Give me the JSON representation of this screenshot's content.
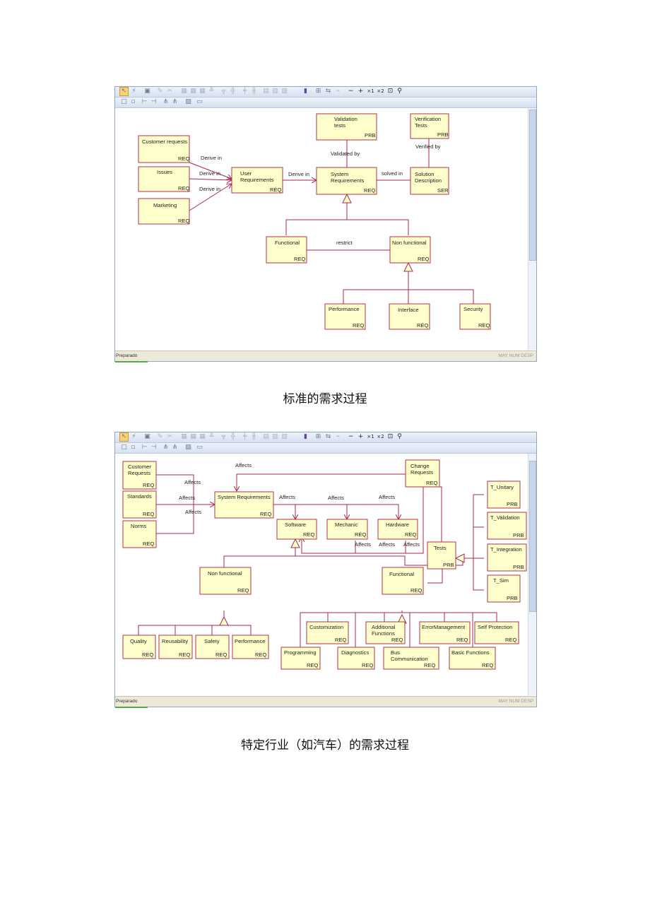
{
  "diagram1": {
    "status_left": "Preparado",
    "status_right": "MAY NUM DESP",
    "nodes": {
      "customer_requests": {
        "l1": "Customer requests",
        "l2": "",
        "type": "REQ"
      },
      "issues": {
        "l1": "Issues",
        "l2": "",
        "type": "REQ"
      },
      "marketing": {
        "l1": "Marketing",
        "l2": "",
        "type": "REQ"
      },
      "user_requirements": {
        "l1": "User",
        "l2": "Requirements",
        "type": "REQ"
      },
      "system_requirements": {
        "l1": "System",
        "l2": "Requirements",
        "type": "REQ"
      },
      "validation_tests": {
        "l1": "Validation",
        "l2": "tests",
        "type": "PRB"
      },
      "verification_tests": {
        "l1": "Verification",
        "l2": "Tests",
        "type": "PRB"
      },
      "solution_description": {
        "l1": "Solution",
        "l2": "Description",
        "type": "SER"
      },
      "functional": {
        "l1": "Functional",
        "l2": "",
        "type": "REQ"
      },
      "non_functional": {
        "l1": "Non functional",
        "l2": "",
        "type": "REQ"
      },
      "performance": {
        "l1": "Performance",
        "l2": "",
        "type": "REQ"
      },
      "interface": {
        "l1": "Interface",
        "l2": "",
        "type": "REQ"
      },
      "security": {
        "l1": "Security",
        "l2": "",
        "type": "REQ"
      }
    },
    "labels": {
      "derive1": "Derive in",
      "derive2": "Derive in",
      "derive3": "Derive in",
      "derive4": "Derive in",
      "validated_by": "Validated by",
      "verified_by": "Verified by",
      "solved_in": "solved in",
      "restrict": "restrict"
    }
  },
  "caption1": "标准的需求过程",
  "diagram2": {
    "status_left": "Preparado",
    "status_right": "MAY NUM DESP",
    "nodes": {
      "customer_requests": {
        "l1": "Customer",
        "l2": "Requests",
        "type": "REQ"
      },
      "standards": {
        "l1": "Standards",
        "l2": "",
        "type": "REQ"
      },
      "norms": {
        "l1": "Norms",
        "l2": "",
        "type": "REQ"
      },
      "system_requirements": {
        "l1": "System Requirements",
        "l2": "",
        "type": "REQ"
      },
      "change_requests": {
        "l1": "Change",
        "l2": "Requests",
        "type": "REQ"
      },
      "software": {
        "l1": "Software",
        "l2": "",
        "type": "REQ"
      },
      "mechanic": {
        "l1": "Mechanic",
        "l2": "",
        "type": "REQ"
      },
      "hardware": {
        "l1": "Hardware",
        "l2": "",
        "type": "REQ"
      },
      "tests": {
        "l1": "Tests",
        "l2": "",
        "type": "PRB"
      },
      "t_unitary": {
        "l1": "T_Unitary",
        "l2": "",
        "type": "PRB"
      },
      "t_validation": {
        "l1": "T_Validation",
        "l2": "",
        "type": "PRB"
      },
      "t_integration": {
        "l1": "T_Integration",
        "l2": "",
        "type": "PRB"
      },
      "t_sim": {
        "l1": "T_Sim",
        "l2": "",
        "type": "PRB"
      },
      "non_functional": {
        "l1": "Non functional",
        "l2": "",
        "type": "REQ"
      },
      "functional": {
        "l1": "Functional",
        "l2": "",
        "type": "REQ"
      },
      "quality": {
        "l1": "Quality",
        "l2": "",
        "type": "REQ"
      },
      "reusability": {
        "l1": "Reusability",
        "l2": "",
        "type": "REQ"
      },
      "safety": {
        "l1": "Safety",
        "l2": "",
        "type": "REQ"
      },
      "performance": {
        "l1": "Performance",
        "l2": "",
        "type": "REQ"
      },
      "customization": {
        "l1": "Customization",
        "l2": "",
        "type": "REQ"
      },
      "additional_functions": {
        "l1": "Additional",
        "l2": "Functions",
        "type": "REQ"
      },
      "error_management": {
        "l1": "ErrorManagement",
        "l2": "",
        "type": "REQ"
      },
      "self_protection": {
        "l1": "Self Protection",
        "l2": "",
        "type": "REQ"
      },
      "programming": {
        "l1": "Programming",
        "l2": "",
        "type": "REQ"
      },
      "diagnostics": {
        "l1": "Diagnostics",
        "l2": "",
        "type": "REQ"
      },
      "bus_communication": {
        "l1": "Bus",
        "l2": "Communication",
        "type": "REQ"
      },
      "basic_functions": {
        "l1": "Basic Functions",
        "l2": "",
        "type": "REQ"
      }
    },
    "labels": {
      "affects_top": "Affects",
      "affects_cr": "Affects",
      "affects_std": "Affects",
      "affects_norms": "Affects",
      "affects_sw": "Affects",
      "affects_mech": "Affects",
      "affects_hw": "Affects",
      "affects_b1": "Affects",
      "affects_b2": "Affects",
      "affects_b3": "Affects"
    }
  },
  "caption2": "特定行业（如汽车）的需求过程"
}
